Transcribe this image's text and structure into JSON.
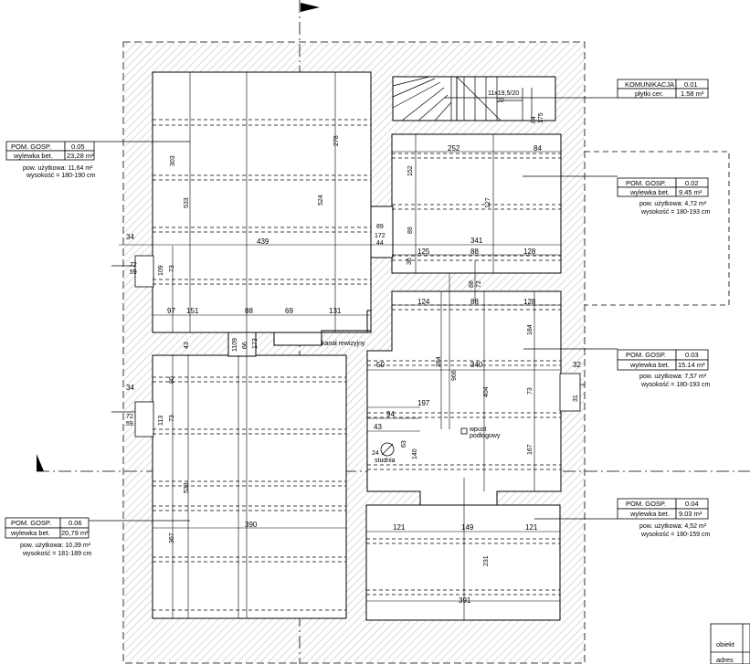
{
  "rooms": [
    {
      "name": "KOMUNIKACJA",
      "num": "0.01",
      "finish": "płytki cer.",
      "area": "1.58 m²"
    },
    {
      "name": "POM. GOSP.",
      "num": "0.02",
      "finish": "wylewka bet.",
      "area": "9.45 m²",
      "usable": "pow. użytkowa: 4,72 m²",
      "height": "wysokość = 180-193 cm"
    },
    {
      "name": "POM. GOSP.",
      "num": "0.03",
      "finish": "wylewka bet.",
      "area": "15.14 m²",
      "usable": "pow. użytkowa: 7,57 m²",
      "height": "wysokość = 180-193 cm"
    },
    {
      "name": "POM. GOSP.",
      "num": "0.04",
      "finish": "wylewka bet.",
      "area": "9.03 m²",
      "usable": "pow. użytkowa: 4,52 m²",
      "height": "wysokość = 180-159 cm"
    },
    {
      "name": "POM. GOSP.",
      "num": "0.05",
      "finish": "wylewka bet.",
      "area": "23,28 m²",
      "usable": "pow. użytkowa: 11,64 m²",
      "height": "wysokość = 180-190 cm"
    },
    {
      "name": "POM. GOSP.",
      "num": "0.06",
      "finish": "wylewka bet.",
      "area": "20,79 m²",
      "usable": "pow. użytkowa: 10,39 m²",
      "height": "wysokość = 181-189 cm"
    }
  ],
  "labels": {
    "kanal": "kanał rewizyjny",
    "wpust": "wpust",
    "podlogowy": "podłogowy",
    "studnia": "studnia",
    "stair": "11x19,5/20",
    "obiekt": "obiekt",
    "adres": "adres"
  },
  "dimensions": {
    "d439": "439",
    "d34a": "34",
    "d34b": "34",
    "d97": "97",
    "d151": "151",
    "d88a": "88",
    "d69": "69",
    "d131": "131",
    "d390": "390",
    "d252": "252",
    "d84": "84",
    "d341": "341",
    "d125": "125",
    "d88b": "88",
    "d128a": "128",
    "d124": "124",
    "d88c": "88",
    "d128b": "128",
    "d50": "50",
    "d340": "340",
    "d32": "32",
    "d197": "197",
    "d94": "94",
    "d43": "43",
    "d121a": "121",
    "d149": "149",
    "d121b": "121",
    "d391": "391",
    "v303": "303",
    "v533a": "533",
    "v278": "278",
    "v524": "524",
    "v73a": "73",
    "v43": "43",
    "v80": "80",
    "v73b": "73",
    "v533b": "533",
    "v367": "367",
    "v152": "152",
    "v89": "89",
    "v127": "127",
    "v284": "284",
    "v966": "966",
    "v404": "404",
    "v184": "184",
    "v73c": "73",
    "v167": "167",
    "v140": "140",
    "v63": "63",
    "v231": "231",
    "s72a": "72",
    "s59a": "59",
    "s109": "109",
    "s72b": "72",
    "s59b": "59",
    "s113": "113",
    "s22": "22",
    "s175": "175",
    "s84": "84",
    "s89": "89",
    "s172": "172",
    "s44": "44",
    "s36": "36",
    "s1109": "1109",
    "s66": "66",
    "s173": "173",
    "s31": "31",
    "s24": "24",
    "s88": "88",
    "s72c": "72"
  }
}
